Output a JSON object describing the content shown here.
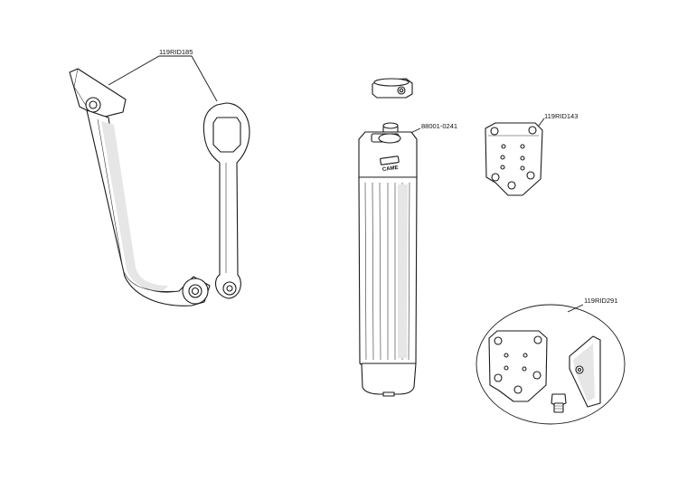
{
  "labels": {
    "arm_set": "119RID185",
    "operator": "88001-0241",
    "bracket": "119RID143",
    "bracket_kit": "119RID291",
    "brand_mark": "CAME"
  },
  "colors": {
    "line": "#1a1a1a",
    "shade": "#e6e6e6",
    "background": "#ffffff"
  }
}
